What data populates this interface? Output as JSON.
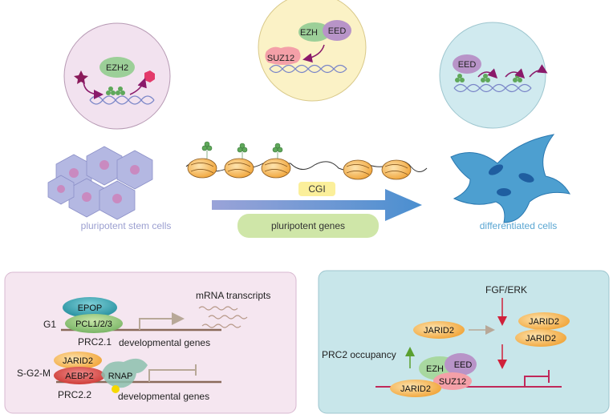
{
  "top": {
    "circle1": {
      "protein": "EZH2"
    },
    "circle2": {
      "proteins": [
        "EZH",
        "EED",
        "SUZ12"
      ]
    },
    "circle3": {
      "protein": "EED"
    }
  },
  "middle": {
    "left_label": "pluripotent stem cells",
    "right_label": "differentiated cells",
    "cgi_label": "CGI",
    "genes_label": "pluripotent genes"
  },
  "left_panel": {
    "g1_label": "G1",
    "epop": "EPOP",
    "pcl": "PCL1/2/3",
    "prc21": "PRC2.1",
    "mrna": "mRNA transcripts",
    "dev_genes_1": "developmental genes",
    "sg2m_label": "S-G2-M",
    "jarid2": "JARID2",
    "aebp2": "AEBP2",
    "rnap": "RNAP",
    "prc22": "PRC2.2",
    "dev_genes_2": "developmental genes"
  },
  "right_panel": {
    "fgf": "FGF/ERK",
    "jarid2_a": "JARID2",
    "jarid2_b": "JARID2",
    "jarid2_c": "JARID2",
    "jarid2_d": "JARID2",
    "occupancy": "PRC2 occupancy",
    "ezh": "EZH",
    "eed": "EED",
    "suz12": "SUZ12"
  },
  "colors": {
    "pink_panel": "#f5e6f0",
    "blue_panel": "#c8e6ea",
    "dna": "#7a86c8",
    "arrow_red": "#d0213a",
    "orange": "#f2a33a",
    "green": "#8cc28c"
  }
}
